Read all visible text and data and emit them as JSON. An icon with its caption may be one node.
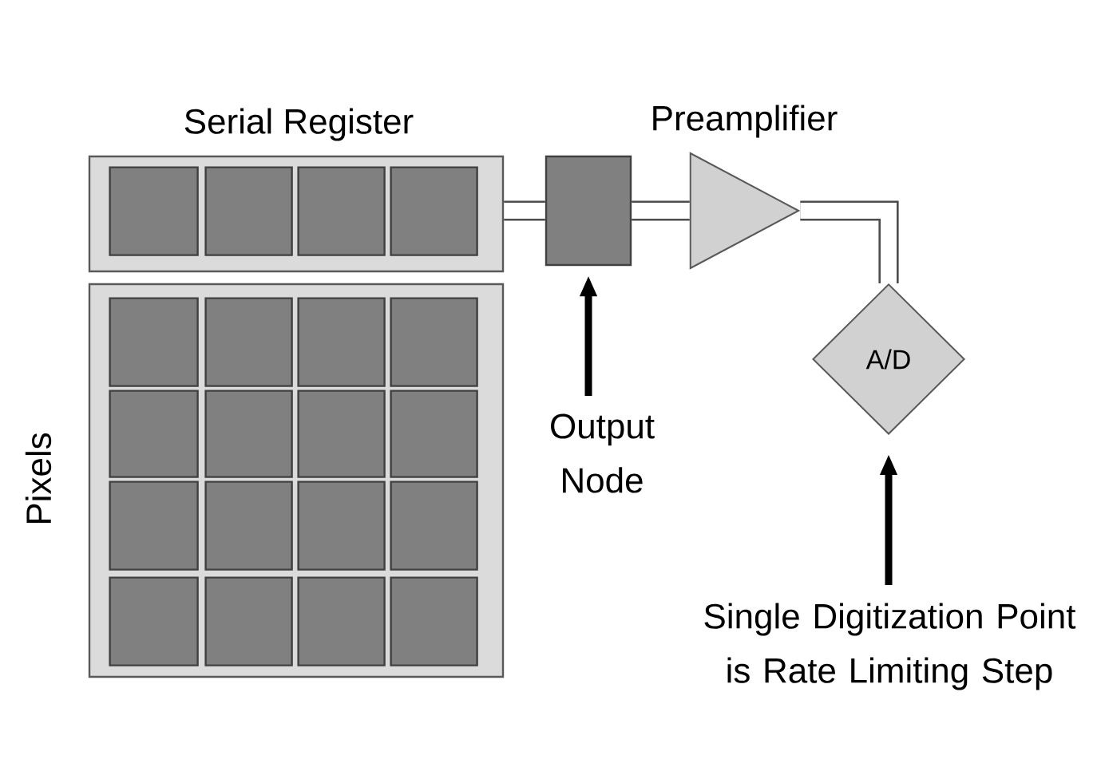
{
  "diagram": {
    "nodes": [
      {
        "text": [
          "Serial Register"
        ]
      },
      {
        "text": [],
        "shape": "box",
        "in": 0
      },
      {
        "text": [],
        "shape": "box",
        "in": 0
      },
      {
        "text": [],
        "shape": "box",
        "in": 0
      },
      {
        "text": [],
        "shape": "box",
        "in": 0
      },
      {
        "text": [
          "Pixels"
        ]
      },
      {
        "text": [],
        "shape": "box",
        "in": 5
      },
      {
        "text": [],
        "shape": "box",
        "in": 5
      },
      {
        "text": [],
        "shape": "box",
        "in": 5
      },
      {
        "text": [],
        "shape": "box",
        "in": 5
      },
      {
        "text": [],
        "shape": "box",
        "in": 5
      },
      {
        "text": [],
        "shape": "box",
        "in": 5
      },
      {
        "text": [],
        "shape": "box",
        "in": 5
      },
      {
        "text": [],
        "shape": "box",
        "in": 5
      },
      {
        "text": [],
        "shape": "box",
        "in": 5
      },
      {
        "text": [],
        "shape": "box",
        "in": 5
      },
      {
        "text": [],
        "shape": "box",
        "in": 5
      },
      {
        "text": [],
        "shape": "box",
        "in": 5
      },
      {
        "text": [],
        "shape": "box",
        "in": 5
      },
      {
        "text": [],
        "shape": "box",
        "in": 5
      },
      {
        "text": [],
        "shape": "box",
        "in": 5
      },
      {
        "text": [],
        "shape": "box",
        "in": 5
      },
      {
        "text": [],
        "shape": "box"
      },
      {
        "text": [
          "Preamplifier"
        ]
      },
      {
        "text": [
          "A/D"
        ]
      },
      {
        "text": [
          "Output Node"
        ]
      },
      {
        "text": [
          "Single Digitization Point is Rate Limiting Step"
        ]
      }
    ],
    "edges": [
      {
        "from": 0,
        "to": 22,
        "arrow": "none"
      },
      {
        "from": 22,
        "to": 23,
        "arrow": "none"
      },
      {
        "from": 23,
        "to": 24,
        "arrow": "none"
      },
      {
        "from": 25,
        "to": 22,
        "arrow": "to"
      },
      {
        "from": 26,
        "to": 24,
        "arrow": "to"
      }
    ]
  }
}
